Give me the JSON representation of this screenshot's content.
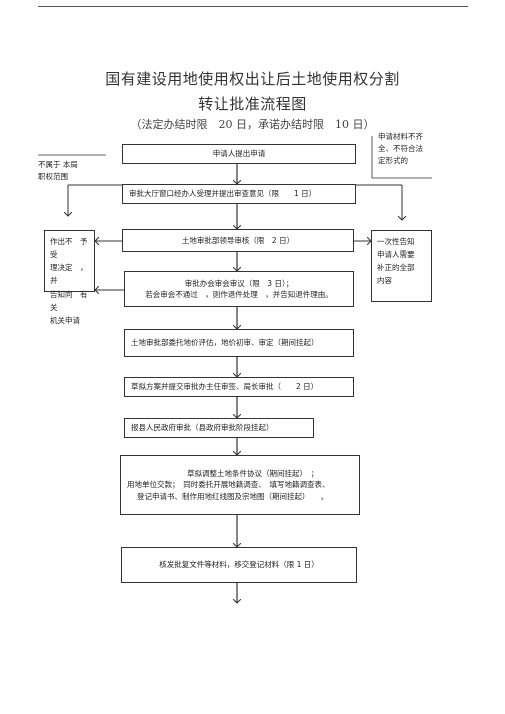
{
  "title": {
    "line1": "国有建设用地使用权出让后土地使用权分割",
    "line2": "转让批准流程图",
    "line3": "（法定办结时限　20 日，承诺办结时限　10 日）"
  },
  "notes": {
    "top_right": [
      "申请材料不齐",
      "全、不符合法",
      "定形式的"
    ],
    "top_left": [
      "不属于 本局",
      "职权范围"
    ]
  },
  "steps": {
    "s1": "申请人提出申请",
    "s2": "审批大厅窗口经办人受理并提出审查意见（限　　1 日）",
    "s3": "土地审批部领导审核（限　2 日）",
    "s4_line1": "审批办会审会审议（限　3 日）；",
    "s4_line2": "若会审会不通过　，则作退件处理　，并告知退件理由。",
    "s5": "土地审批部委托地价评估，地价初审、审定（期间挂起）",
    "s6": "草拟方案并提交审批办主任审签、局长审批（　　2 日）",
    "s7": "报县人民政府审批（县政府审批阶段挂起）",
    "s8_line1": "草拟调整土地条件协议（期间挂起）　；",
    "s8_line2": "用地单位交款；　同时委托开展地籍调查、　填写地籍调查表、",
    "s8_line3": "登记申请书、制作用地红线图及宗地图（期间挂起）　　。",
    "s9": "核发批复文件等材料，移交登记材料（限 1 日）"
  },
  "side_left": [
    "作出不　予受",
    "理决定　，并",
    "告知向　有关",
    "机关申请"
  ],
  "side_right": [
    "一次性告知",
    "申请人需要",
    "补正的全部",
    "内容"
  ]
}
